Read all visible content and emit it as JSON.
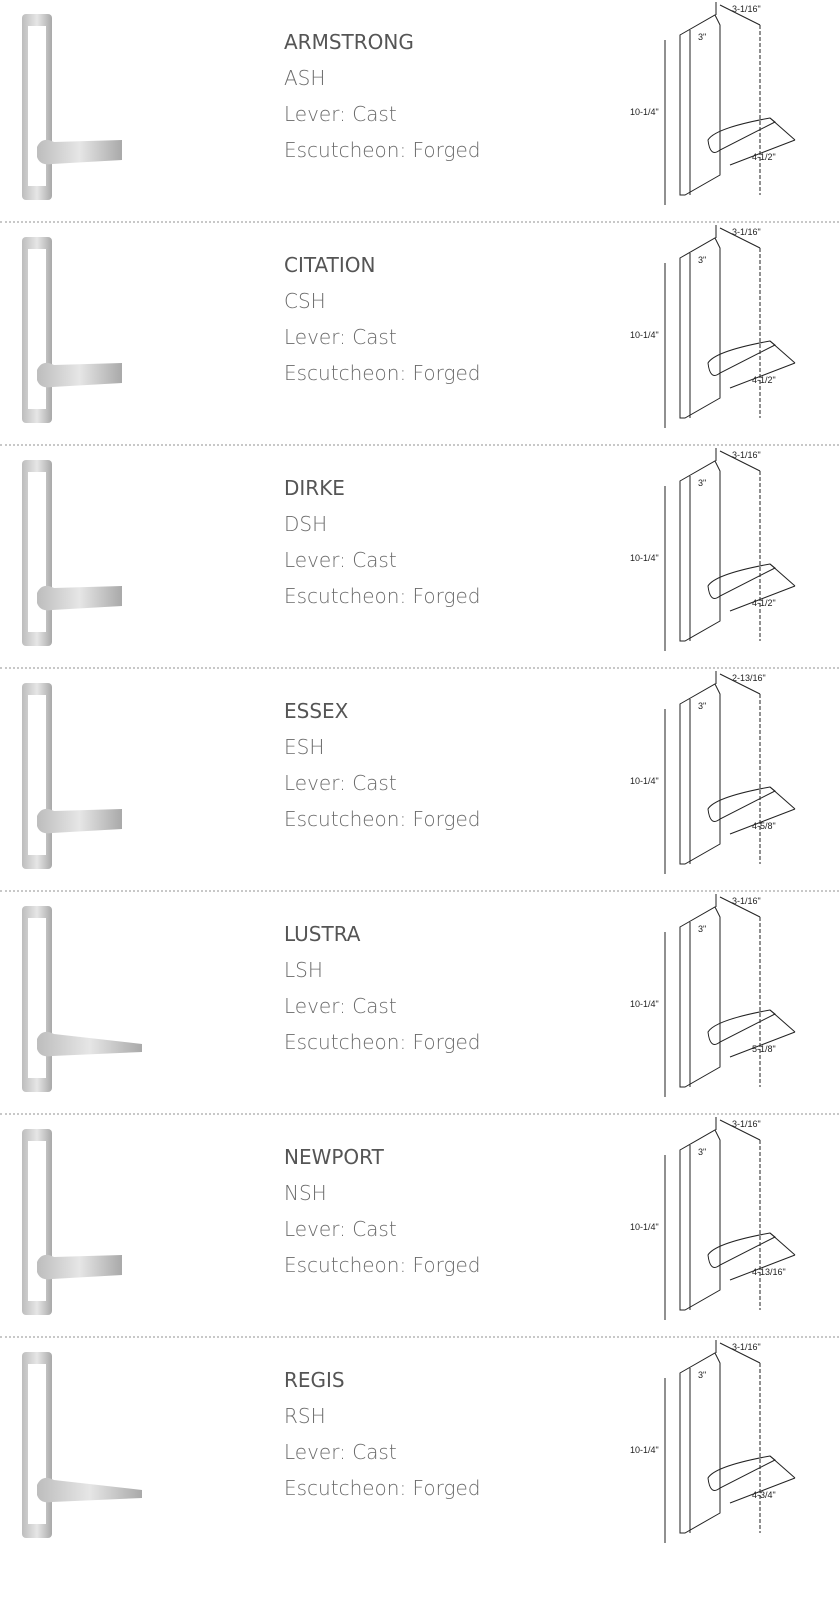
{
  "products": [
    {
      "name": "ARMSTRONG",
      "code": "ASH",
      "lever": "Lever: Cast",
      "escutcheon": "Escutcheon: Forged",
      "dims": {
        "offset": "3-1/16\"",
        "width": "3\"",
        "height": "10-1/4\"",
        "projection": "4-1/2\""
      },
      "lever_style": "angled"
    },
    {
      "name": "CITATION",
      "code": "CSH",
      "lever": "Lever: Cast",
      "escutcheon": "Escutcheon: Forged",
      "dims": {
        "offset": "3-1/16\"",
        "width": "3\"",
        "height": "10-1/4\"",
        "projection": "4-1/2\""
      },
      "lever_style": "curved"
    },
    {
      "name": "DIRKE",
      "code": "DSH",
      "lever": "Lever: Cast",
      "escutcheon": "Escutcheon: Forged",
      "dims": {
        "offset": "3-1/16\"",
        "width": "3\"",
        "height": "10-1/4\"",
        "projection": "4-1/2\""
      },
      "lever_style": "tapered"
    },
    {
      "name": "ESSEX",
      "code": "ESH",
      "lever": "Lever: Cast",
      "escutcheon": "Escutcheon: Forged",
      "dims": {
        "offset": "2-13/16\"",
        "width": "3\"",
        "height": "10-1/4\"",
        "projection": "4-5/8\""
      },
      "lever_style": "thin"
    },
    {
      "name": "LUSTRA",
      "code": "LSH",
      "lever": "Lever: Cast",
      "escutcheon": "Escutcheon: Forged",
      "dims": {
        "offset": "3-1/16\"",
        "width": "3\"",
        "height": "10-1/4\"",
        "projection": "5-1/8\""
      },
      "lever_style": "round"
    },
    {
      "name": "NEWPORT",
      "code": "NSH",
      "lever": "Lever: Cast",
      "escutcheon": "Escutcheon: Forged",
      "dims": {
        "offset": "3-1/16\"",
        "width": "3\"",
        "height": "10-1/4\"",
        "projection": "4-13/16\""
      },
      "lever_style": "return"
    },
    {
      "name": "REGIS",
      "code": "RSH",
      "lever": "Lever: Cast",
      "escutcheon": "Escutcheon: Forged",
      "dims": {
        "offset": "3-1/16\"",
        "width": "3\"",
        "height": "10-1/4\"",
        "projection": "4-3/4\""
      },
      "lever_style": "round"
    }
  ]
}
